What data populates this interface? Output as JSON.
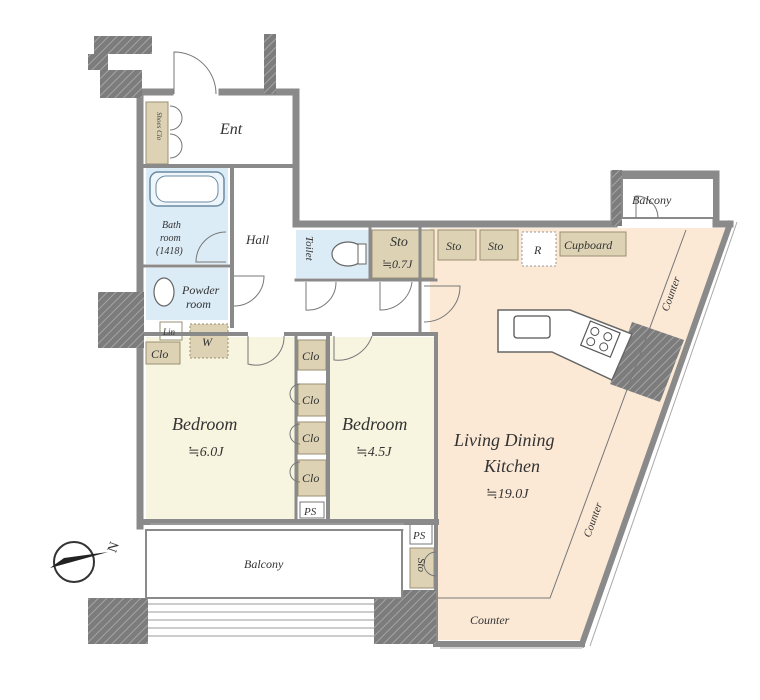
{
  "rooms": {
    "entrance": "Ent",
    "shoe_closet": "Shoes Clo",
    "hall": "Hall",
    "bathroom_line1": "Bath",
    "bathroom_line2": "room",
    "bathroom_line3": "(1418)",
    "powder_line1": "Powder",
    "powder_line2": "room",
    "linen": "Lin",
    "washer": "W",
    "closet_small": "Clo",
    "toilet": "Toilet",
    "storage_main": "Sto",
    "storage_main_size": "≒0.7J",
    "storage_a": "Sto",
    "storage_b": "Sto",
    "refrigerator": "R",
    "cupboard": "Cupboard",
    "balcony_small": "Balcony",
    "bedroom1_name": "Bedroom",
    "bedroom1_size": "≒6.0J",
    "bedroom2_name": "Bedroom",
    "bedroom2_size": "≒4.5J",
    "ldk_line1": "Living Dining",
    "ldk_line2": "Kitchen",
    "ldk_size": "≒19.0J",
    "closet_1": "Clo",
    "closet_2": "Clo",
    "closet_3": "Clo",
    "closet_4": "Clo",
    "pipe_space_1": "PS",
    "pipe_space_2": "PS",
    "storage_lower": "Sto",
    "balcony_main": "Balcony",
    "counter_top": "Counter",
    "counter_mid": "Counter",
    "counter_bottom": "Counter"
  },
  "compass": {
    "north": "N"
  },
  "colors": {
    "bedroom": "#f7f4df",
    "ldk": "#fbe9d6",
    "wet_area": "#dcecf6",
    "storage": "#ddd3b4",
    "wall": "#8a8a8a"
  }
}
